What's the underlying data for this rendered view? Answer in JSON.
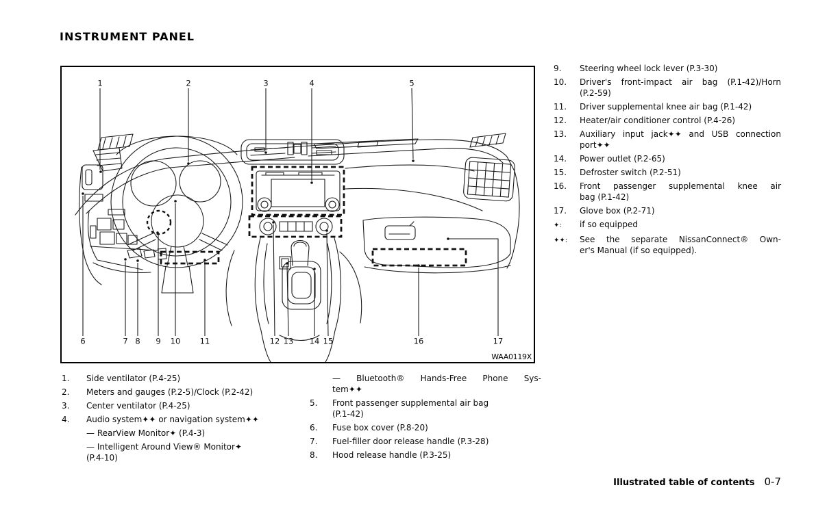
{
  "title": "INSTRUMENT PANEL",
  "diagram": {
    "figure_code": "WAA0119X",
    "callouts": [
      "1",
      "2",
      "3",
      "4",
      "5",
      "6",
      "7",
      "8",
      "9",
      "10",
      "11",
      "12",
      "13",
      "14",
      "15",
      "16",
      "17"
    ]
  },
  "legend_left": {
    "items": [
      {
        "num": "1.",
        "lines": [
          "Side ventilator (P.4-25)"
        ]
      },
      {
        "num": "2.",
        "lines": [
          "Meters and gauges (P.2-5)/Clock (P.2-42)"
        ]
      },
      {
        "num": "3.",
        "lines": [
          "Center ventilator (P.4-25)"
        ]
      },
      {
        "num": "4.",
        "lines": [
          "Audio system✦✦ or navigation system✦✦"
        ]
      },
      {
        "num": "",
        "lines": [
          "— RearView Monitor✦ (P.4-3)"
        ]
      },
      {
        "num": "",
        "lines": [
          "— Intelligent Around View® Monitor✦",
          "(P.4-10)"
        ]
      }
    ]
  },
  "legend_mid": {
    "items": [
      {
        "num": "",
        "lines": [
          "— Bluetooth® Hands-Free Phone Sys-",
          "tem✦✦"
        ]
      },
      {
        "num": "5.",
        "lines": [
          "Front passenger supplemental air bag",
          "(P.1-42)"
        ]
      },
      {
        "num": "6.",
        "lines": [
          "Fuse box cover (P.8-20)"
        ]
      },
      {
        "num": "7.",
        "lines": [
          "Fuel-filler door release handle (P.3-28)"
        ]
      },
      {
        "num": "8.",
        "lines": [
          "Hood release handle (P.3-25)"
        ]
      }
    ]
  },
  "legend_right": {
    "items": [
      {
        "num": "9.",
        "lines": [
          "Steering wheel lock lever (P.3-30)"
        ]
      },
      {
        "num": "10.",
        "lines": [
          "Driver's front-impact air bag (P.1-42)/Horn",
          "(P.2-59)"
        ]
      },
      {
        "num": "11.",
        "lines": [
          "Driver supplemental knee air bag (P.1-42)"
        ]
      },
      {
        "num": "12.",
        "lines": [
          "Heater/air conditioner control (P.4-26)"
        ]
      },
      {
        "num": "13.",
        "lines": [
          "Auxiliary input jack✦✦ and USB connection",
          "port✦✦"
        ]
      },
      {
        "num": "14.",
        "lines": [
          "Power outlet (P.2-65)"
        ]
      },
      {
        "num": "15.",
        "lines": [
          "Defroster switch (P.2-51)"
        ]
      },
      {
        "num": "16.",
        "lines": [
          "Front passenger supplemental knee air",
          "bag (P.1-42)"
        ]
      },
      {
        "num": "17.",
        "lines": [
          "Glove box (P.2-71)"
        ]
      },
      {
        "num": "✦:",
        "lines": [
          "if so equipped"
        ]
      },
      {
        "num": "✦✦:",
        "lines": [
          "See the separate NissanConnect® Own-",
          "er's Manual (if so equipped)."
        ]
      }
    ]
  },
  "footer": {
    "section": "Illustrated table of contents",
    "page": "0-7"
  }
}
